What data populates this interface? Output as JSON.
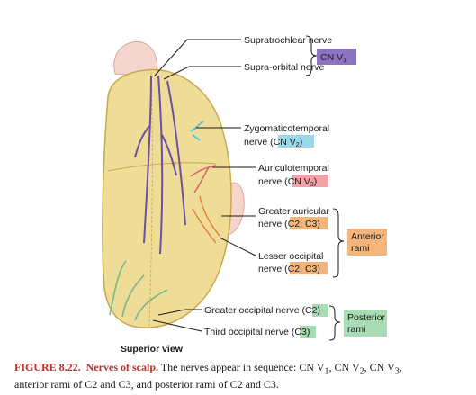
{
  "labels": {
    "supratrochlear": "Supratrochlear nerve",
    "supraorbital": "Supra-orbital nerve",
    "zygomaticotemporal_line1": "Zygomaticotemporal",
    "zygomaticotemporal_line2": "nerve (",
    "zygomaticotemporal_tag": "CN V",
    "zygomaticotemporal_sub": "2",
    "zygomaticotemporal_close": ")",
    "auriculotemporal_line1": "Auriculotemporal",
    "auriculotemporal_line2": "nerve (",
    "auriculotemporal_tag": "CN V",
    "auriculotemporal_sub": "3",
    "auriculotemporal_close": ")",
    "greater_auricular_line1": "Greater auricular",
    "greater_auricular_line2": "nerve (",
    "greater_auricular_tag": "C2, C3",
    "greater_auricular_close": ")",
    "lesser_occipital_line1": "Lesser occipital",
    "lesser_occipital_line2": "nerve (",
    "lesser_occipital_tag": "C2, C3",
    "lesser_occipital_close": ")",
    "greater_occipital": "Greater occipital nerve (",
    "greater_occipital_tag": "C2",
    "greater_occipital_close": ")",
    "third_occipital": "Third occipital nerve (",
    "third_occipital_tag": "C3",
    "third_occipital_close": ")"
  },
  "groups": {
    "cn_v1": {
      "text": "CN V",
      "sub": "1"
    },
    "anterior_line1": "Anterior",
    "anterior_line2": "rami",
    "posterior_line1": "Posterior",
    "posterior_line2": "rami"
  },
  "view_label": "Superior view",
  "caption": {
    "figure_number": "FIGURE 8.22.",
    "title": "Nerves of scalp.",
    "text_1": " The nerves appear in sequence: CN V",
    "sub_1": "1",
    "text_2": ", CN V",
    "sub_2": "2",
    "text_3": ", CN V",
    "sub_3": "3",
    "text_4": ",",
    "line_2": "anterior rami of C2 and C3, and posterior rami of C2 and C3."
  },
  "colors": {
    "skull": "#efdc97",
    "skull_edge": "#c9a84f",
    "skin": "#f4d6cf",
    "cn_v1": "#6a4fa3",
    "cn_v1_box": "#8c74c0",
    "cn_v2": "#5bbfd6",
    "cn_v2_box": "#9ad8ea",
    "cn_v3": "#d9646b",
    "cn_v3_box": "#f1a1a8",
    "cervical_anterior": "#e07a3a",
    "cervical_anterior_box": "#f5b57a",
    "posterior": "#78b98a",
    "posterior_box": "#a9dbb4",
    "caption_red": "#c0312b"
  }
}
